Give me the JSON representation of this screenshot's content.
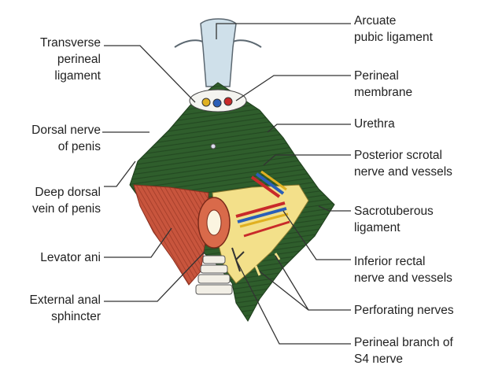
{
  "left_labels": {
    "transverse_perineal_ligament": [
      "Transverse",
      "perineal",
      "ligament"
    ],
    "dorsal_nerve_of_penis": [
      "Dorsal nerve",
      "of penis"
    ],
    "deep_dorsal_vein": [
      "Deep dorsal",
      "vein of penis"
    ],
    "levator_ani": [
      "Levator ani"
    ],
    "external_anal_sphincter": [
      "External anal",
      "sphincter"
    ]
  },
  "right_labels": {
    "arcuate_pubic_ligament": [
      "Arcuate",
      "pubic ligament"
    ],
    "perineal_membrane": [
      "Perineal",
      "membrane"
    ],
    "urethra": [
      "Urethra"
    ],
    "posterior_scrotal": [
      "Posterior scrotal",
      "nerve and vessels"
    ],
    "sacrotuberous_ligament": [
      "Sacrotuberous",
      "ligament"
    ],
    "inferior_rectal": [
      "Inferior rectal",
      "nerve and vessels"
    ],
    "perforating_nerves": [
      "Perforating nerves"
    ],
    "perineal_branch_s4": [
      "Perineal branch of",
      "S4 nerve"
    ]
  },
  "colors": {
    "membrane_green": "#2f5e2c",
    "muscle_red": "#c8553d",
    "fossa_yellow": "#f3e08a",
    "bone": "#e8eef2",
    "leader": "#333333",
    "vessel_blue": "#2a5fb8",
    "vessel_red": "#c82a2a"
  }
}
